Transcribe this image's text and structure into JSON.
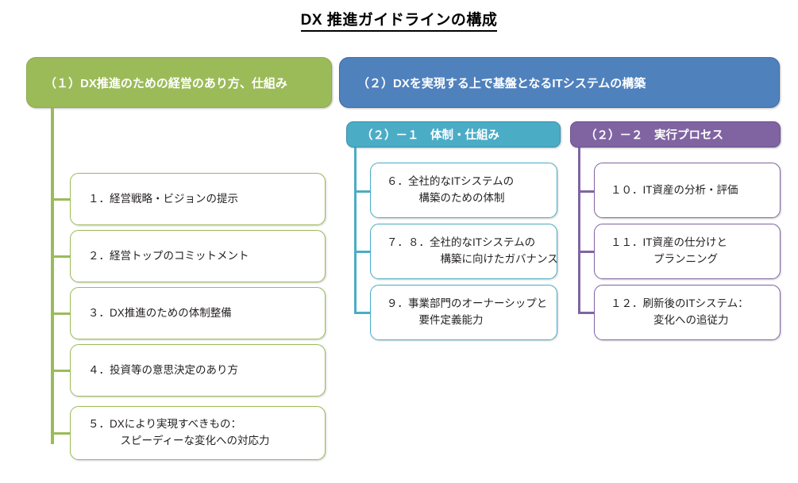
{
  "title": "DX 推進ガイドラインの構成",
  "headers": {
    "group1": "（１）DX推進のための経営のあり方、仕組み",
    "group2": "（２）DXを実現する上で基盤となるITシステムの構築",
    "group2_1": "（２）－１　体制・仕組み",
    "group2_2": "（２）－２　実行プロセス"
  },
  "colors": {
    "green": "#9BBB59",
    "blue": "#4F81BD",
    "teal": "#4BACC6",
    "purple": "#8064A2",
    "text": "#231F20"
  },
  "left_items": [
    {
      "line1": "１．経営戦略・ビジョンの提示",
      "line2": ""
    },
    {
      "line1": "２．経営トップのコミットメント",
      "line2": ""
    },
    {
      "line1": "３．DX推進のための体制整備",
      "line2": ""
    },
    {
      "line1": "４．投資等の意思決定のあり方",
      "line2": ""
    },
    {
      "line1": "５．DXにより実現すべきもの：",
      "line2": "　　　スピーディーな変化への対応力"
    }
  ],
  "mid_items": [
    {
      "line1": "６．全社的なITシステムの",
      "line2": "　　　構築のための体制"
    },
    {
      "line1": "７．８．全社的なITシステムの",
      "line2": "　　　　　構築に向けたガバナンス"
    },
    {
      "line1": "９．事業部門のオーナーシップと",
      "line2": "　　　要件定義能力"
    }
  ],
  "right_items": [
    {
      "line1": "１０．IT資産の分析・評価",
      "line2": ""
    },
    {
      "line1": "１１．IT資産の仕分けと",
      "line2": "　　　　プランニング"
    },
    {
      "line1": "１２．刷新後のITシステム：",
      "line2": "　　　　変化への追従力"
    }
  ]
}
